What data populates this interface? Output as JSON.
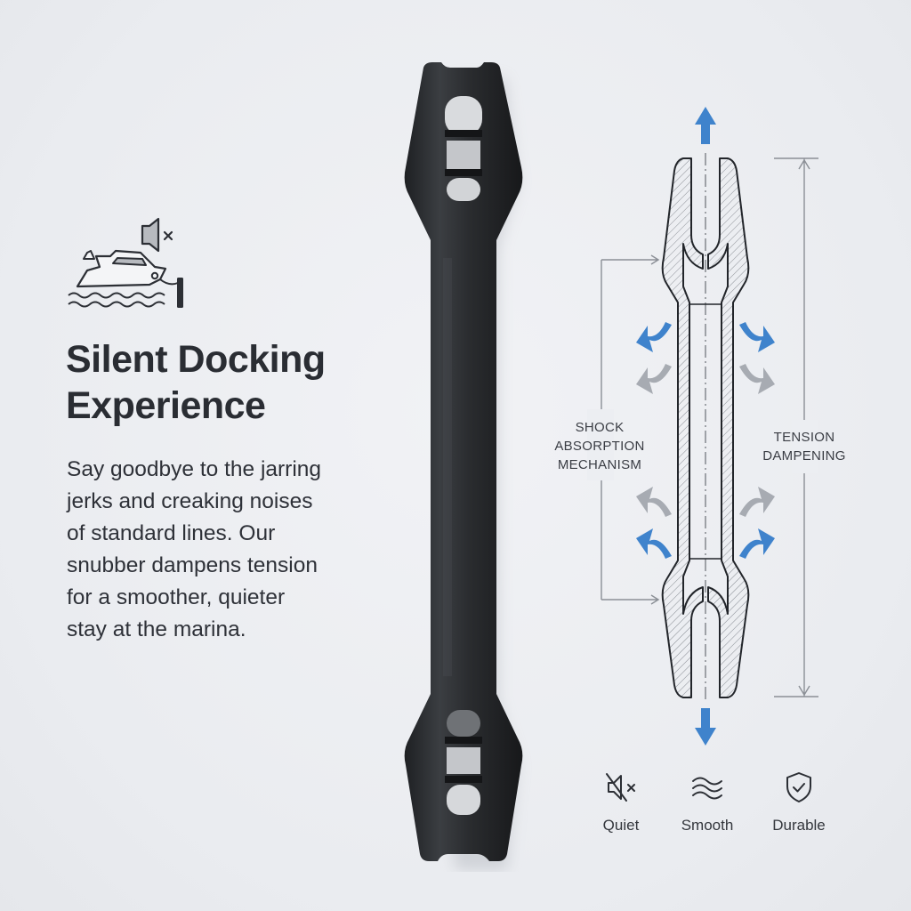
{
  "hero": {
    "icon": "boat-docking-muted-icon",
    "headline": [
      "Silent Docking",
      "Experience"
    ],
    "body_lines": [
      "Say goodbye to the jarring",
      "jerks and creaking noises",
      "of standard lines. Our",
      "snubber dampens tension",
      "for a smoother, quieter",
      "stay at the marina."
    ]
  },
  "product": {
    "name": "black-rubber-mooring-snubber",
    "color": "#2b2d30"
  },
  "diagram": {
    "left_label": [
      "SHOCK",
      "ABSORPTION",
      "MECHANISM"
    ],
    "right_label": [
      "TENSION",
      "DAMPENING"
    ],
    "arrow_color_primary": "#3f83cc",
    "arrow_color_secondary": "#a7abb2"
  },
  "features": [
    {
      "icon": "muted-speaker-icon",
      "label": "Quiet"
    },
    {
      "icon": "waves-icon",
      "label": "Smooth"
    },
    {
      "icon": "shield-check-icon",
      "label": "Durable"
    }
  ]
}
